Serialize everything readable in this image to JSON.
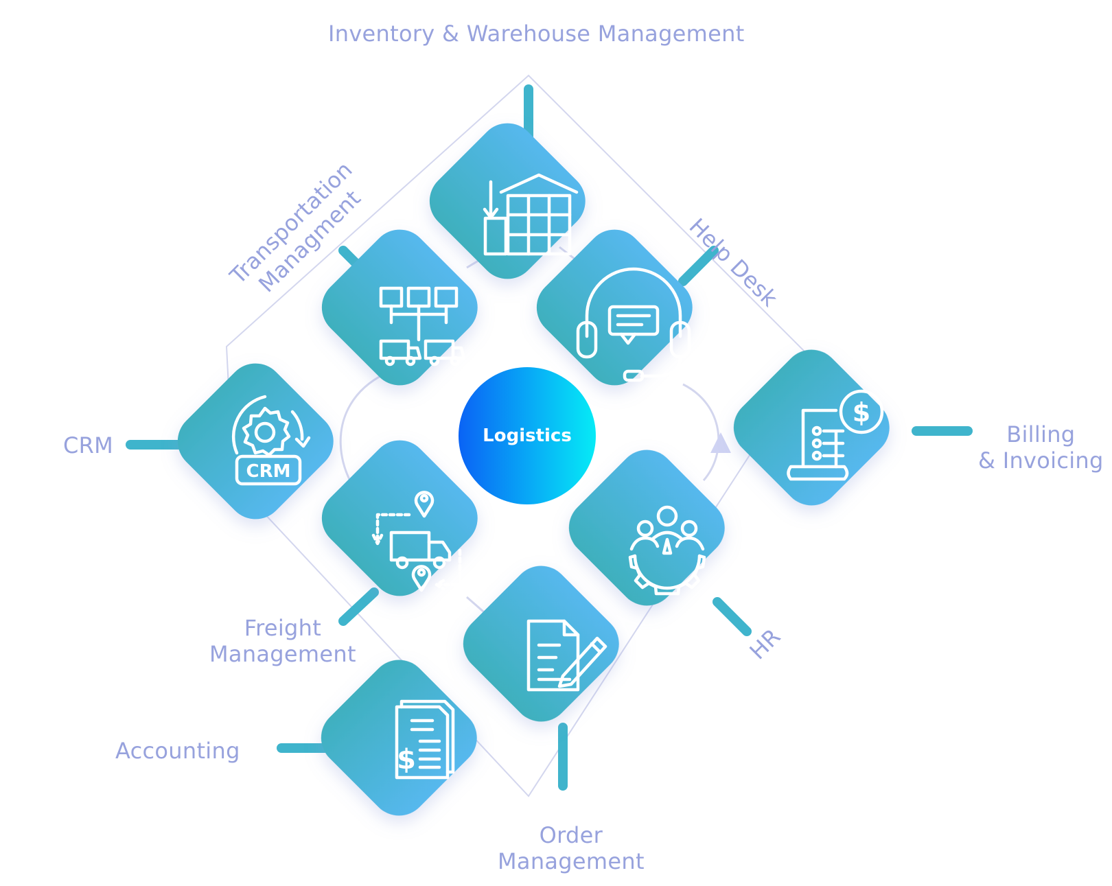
{
  "center": {
    "label": "Logistics"
  },
  "modules": {
    "inventory": {
      "label": "Inventory & Warehouse Management"
    },
    "help_desk": {
      "label": "Help Desk"
    },
    "transportation": {
      "line1": "Transportation",
      "line2": "Managment"
    },
    "crm": {
      "label": "CRM",
      "icon_text": "CRM"
    },
    "billing": {
      "line1": "Billing",
      "line2": "& Invoicing"
    },
    "freight": {
      "line1": "Freight",
      "line2": "Management"
    },
    "hr": {
      "label": "HR"
    },
    "accounting": {
      "label": "Accounting"
    },
    "order": {
      "line1": "Order",
      "line2": "Management"
    }
  },
  "icons": {
    "inventory": "warehouse-icon",
    "transportation": "distribution-trucks-icon",
    "help_desk": "headset-support-icon",
    "crm": "crm-gear-icon",
    "billing": "invoice-dollar-icon",
    "freight": "freight-route-truck-icon",
    "hr": "team-gear-icon",
    "order": "document-pen-icon",
    "accounting": "accounting-document-icon"
  },
  "colors": {
    "tile_top": "#56b8ee",
    "tile_bottom": "#3fb0bf",
    "connector": "#3fb4cc",
    "label": "#97a2dd",
    "outline": "#c8cbe9",
    "center_start": "#0a63f5",
    "center_end": "#06ebf6"
  }
}
